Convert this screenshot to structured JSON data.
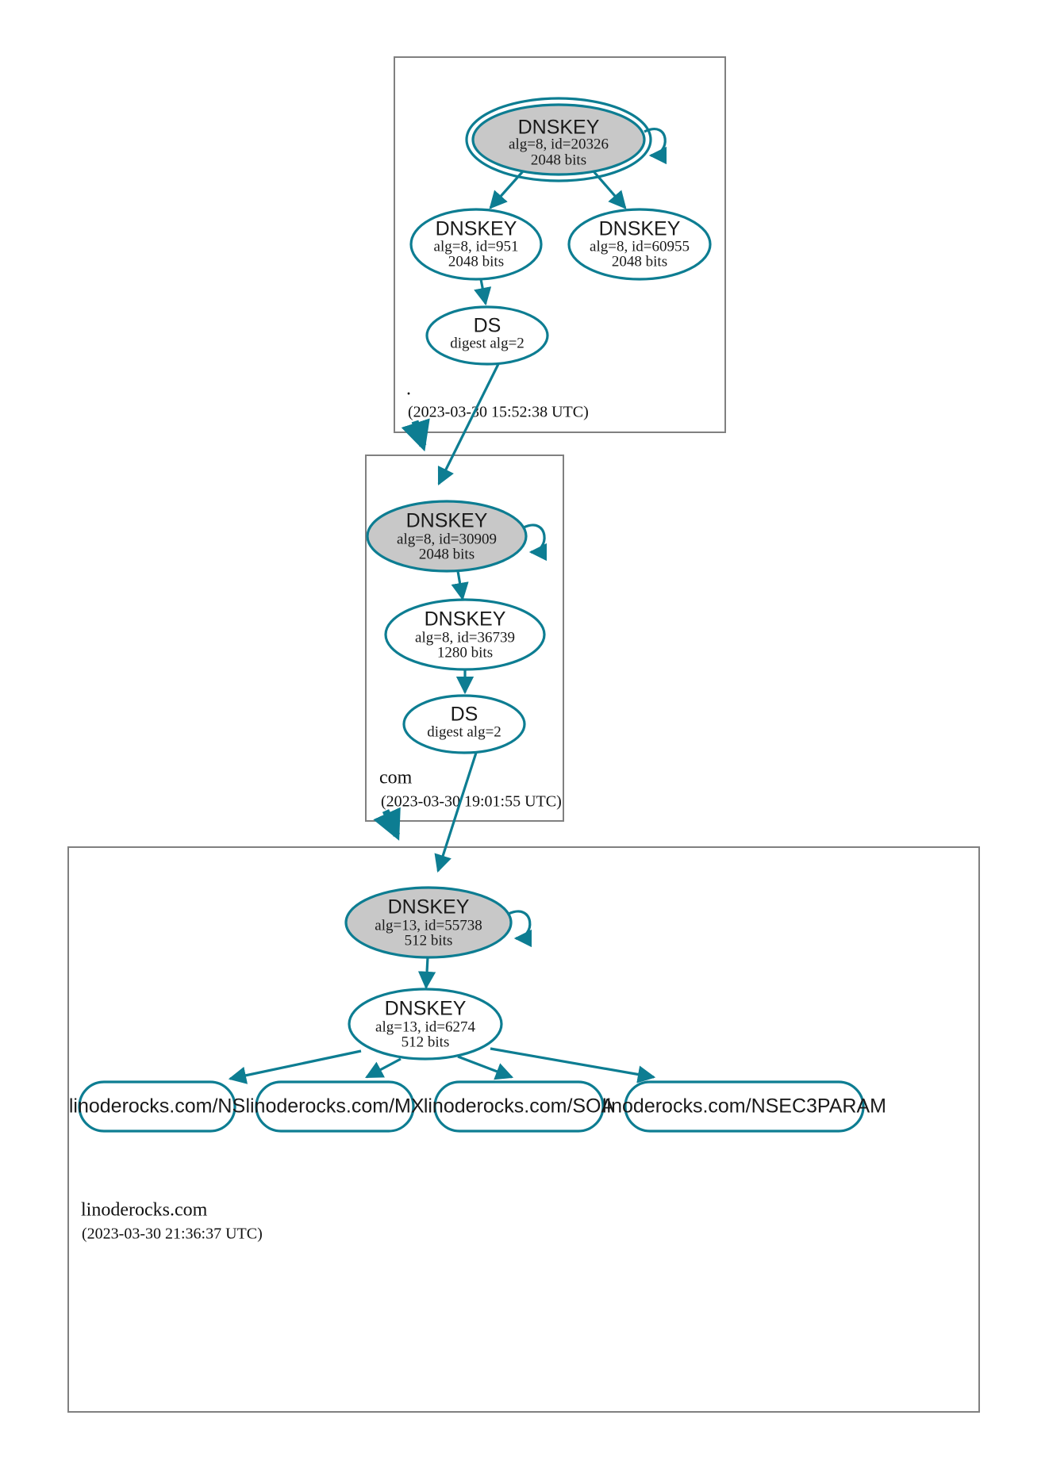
{
  "diagram": {
    "kind": "dnssec-authentication-chain",
    "accent_color": "#0d7d92",
    "secure_fill": "#c8c8c8",
    "zone_border_color": "#808080"
  },
  "zones": [
    {
      "id": "root",
      "name": ".",
      "timestamp": "(2023-03-30 15:52:38 UTC)",
      "nodes": [
        {
          "id": "root-ksk",
          "type": "DNSKEY",
          "title": "DNSKEY",
          "line1": "alg=8, id=20326",
          "line2": "2048 bits",
          "trust_anchor": true,
          "secure": true
        },
        {
          "id": "root-zsk-951",
          "type": "DNSKEY",
          "title": "DNSKEY",
          "line1": "alg=8, id=951",
          "line2": "2048 bits",
          "trust_anchor": false,
          "secure": false
        },
        {
          "id": "root-zsk-60955",
          "type": "DNSKEY",
          "title": "DNSKEY",
          "line1": "alg=8, id=60955",
          "line2": "2048 bits",
          "trust_anchor": false,
          "secure": false
        },
        {
          "id": "root-ds",
          "type": "DS",
          "title": "DS",
          "line1": "digest alg=2",
          "line2": "",
          "trust_anchor": false,
          "secure": false
        }
      ]
    },
    {
      "id": "com",
      "name": "com",
      "timestamp": "(2023-03-30 19:01:55 UTC)",
      "nodes": [
        {
          "id": "com-ksk",
          "type": "DNSKEY",
          "title": "DNSKEY",
          "line1": "alg=8, id=30909",
          "line2": "2048 bits",
          "trust_anchor": false,
          "secure": true
        },
        {
          "id": "com-zsk",
          "type": "DNSKEY",
          "title": "DNSKEY",
          "line1": "alg=8, id=36739",
          "line2": "1280 bits",
          "trust_anchor": false,
          "secure": false
        },
        {
          "id": "com-ds",
          "type": "DS",
          "title": "DS",
          "line1": "digest alg=2",
          "line2": "",
          "trust_anchor": false,
          "secure": false
        }
      ]
    },
    {
      "id": "linoderocks",
      "name": "linoderocks.com",
      "timestamp": "(2023-03-30 21:36:37 UTC)",
      "nodes": [
        {
          "id": "lr-ksk",
          "type": "DNSKEY",
          "title": "DNSKEY",
          "line1": "alg=13, id=55738",
          "line2": "512 bits",
          "trust_anchor": false,
          "secure": true
        },
        {
          "id": "lr-zsk",
          "type": "DNSKEY",
          "title": "DNSKEY",
          "line1": "alg=13, id=6274",
          "line2": "512 bits",
          "trust_anchor": false,
          "secure": false
        }
      ],
      "rrsets": [
        {
          "id": "rr-ns",
          "label": "linoderocks.com/NS"
        },
        {
          "id": "rr-mx",
          "label": "linoderocks.com/MX"
        },
        {
          "id": "rr-soa",
          "label": "linoderocks.com/SOA"
        },
        {
          "id": "rr-nsec3param",
          "label": "linoderocks.com/NSEC3PARAM"
        }
      ]
    }
  ]
}
